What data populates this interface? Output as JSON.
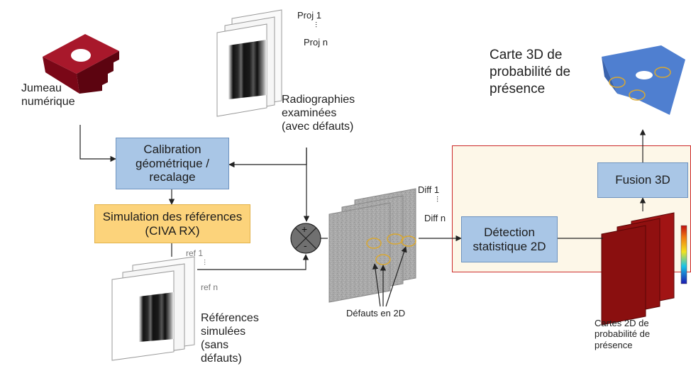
{
  "jumeau": "Jumeau numérique",
  "radiographies": {
    "proj_first": "Proj 1",
    "proj_dots": "...",
    "proj_last": "Proj n",
    "caption": "Radiographies examinées (avec défauts)"
  },
  "carte3d_title": "Carte 3D de probabilité de présence",
  "calibration": "Calibration géométrique / recalage",
  "simulation": "Simulation des références (CIVA RX)",
  "fusion": "Fusion 3D",
  "detection": "Détection statistique 2D",
  "operator": {
    "plus": "+",
    "minus": "-"
  },
  "diff": {
    "first": "Diff 1",
    "dots": "...",
    "last": "Diff n"
  },
  "ref": {
    "first": "ref 1",
    "dots": "...",
    "last": "ref n"
  },
  "references_caption": "Références simulées (sans défauts)",
  "defauts_2d": "Défauts en 2D",
  "cartes2d_caption": "Cartes 2D de probabilité de présence",
  "colors": {
    "box_blue": "#a9c6e6",
    "box_orange": "#fcd37b",
    "part_red": "#8b0a1a",
    "map_red": "#8a0f0f",
    "part_blue": "#4f7fd0",
    "region_border": "#cc2a2a",
    "region_fill": "#fdf7e8",
    "defect_ring": "#d9a832"
  }
}
